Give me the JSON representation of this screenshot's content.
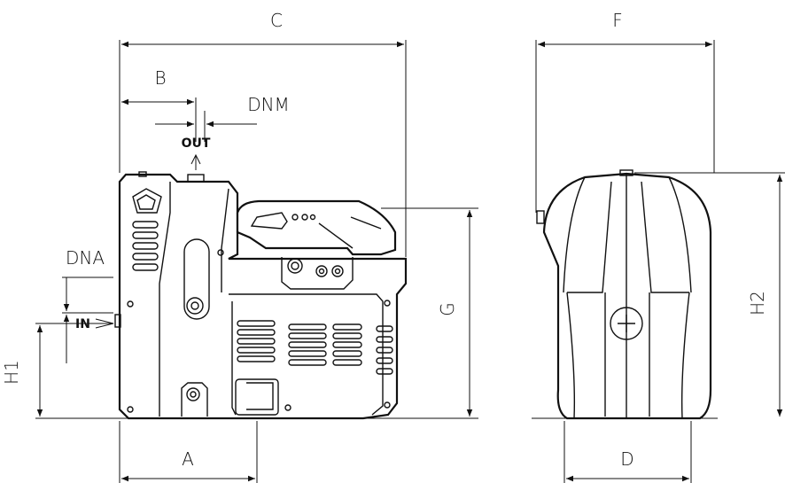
{
  "labels": {
    "C": "C",
    "F": "F",
    "B": "B",
    "DNM": "DNM",
    "OUT": "OUT",
    "DNA": "DNA",
    "IN": "IN",
    "G": "G",
    "H1": "H1",
    "H2": "H2",
    "A": "A",
    "D": "D"
  }
}
